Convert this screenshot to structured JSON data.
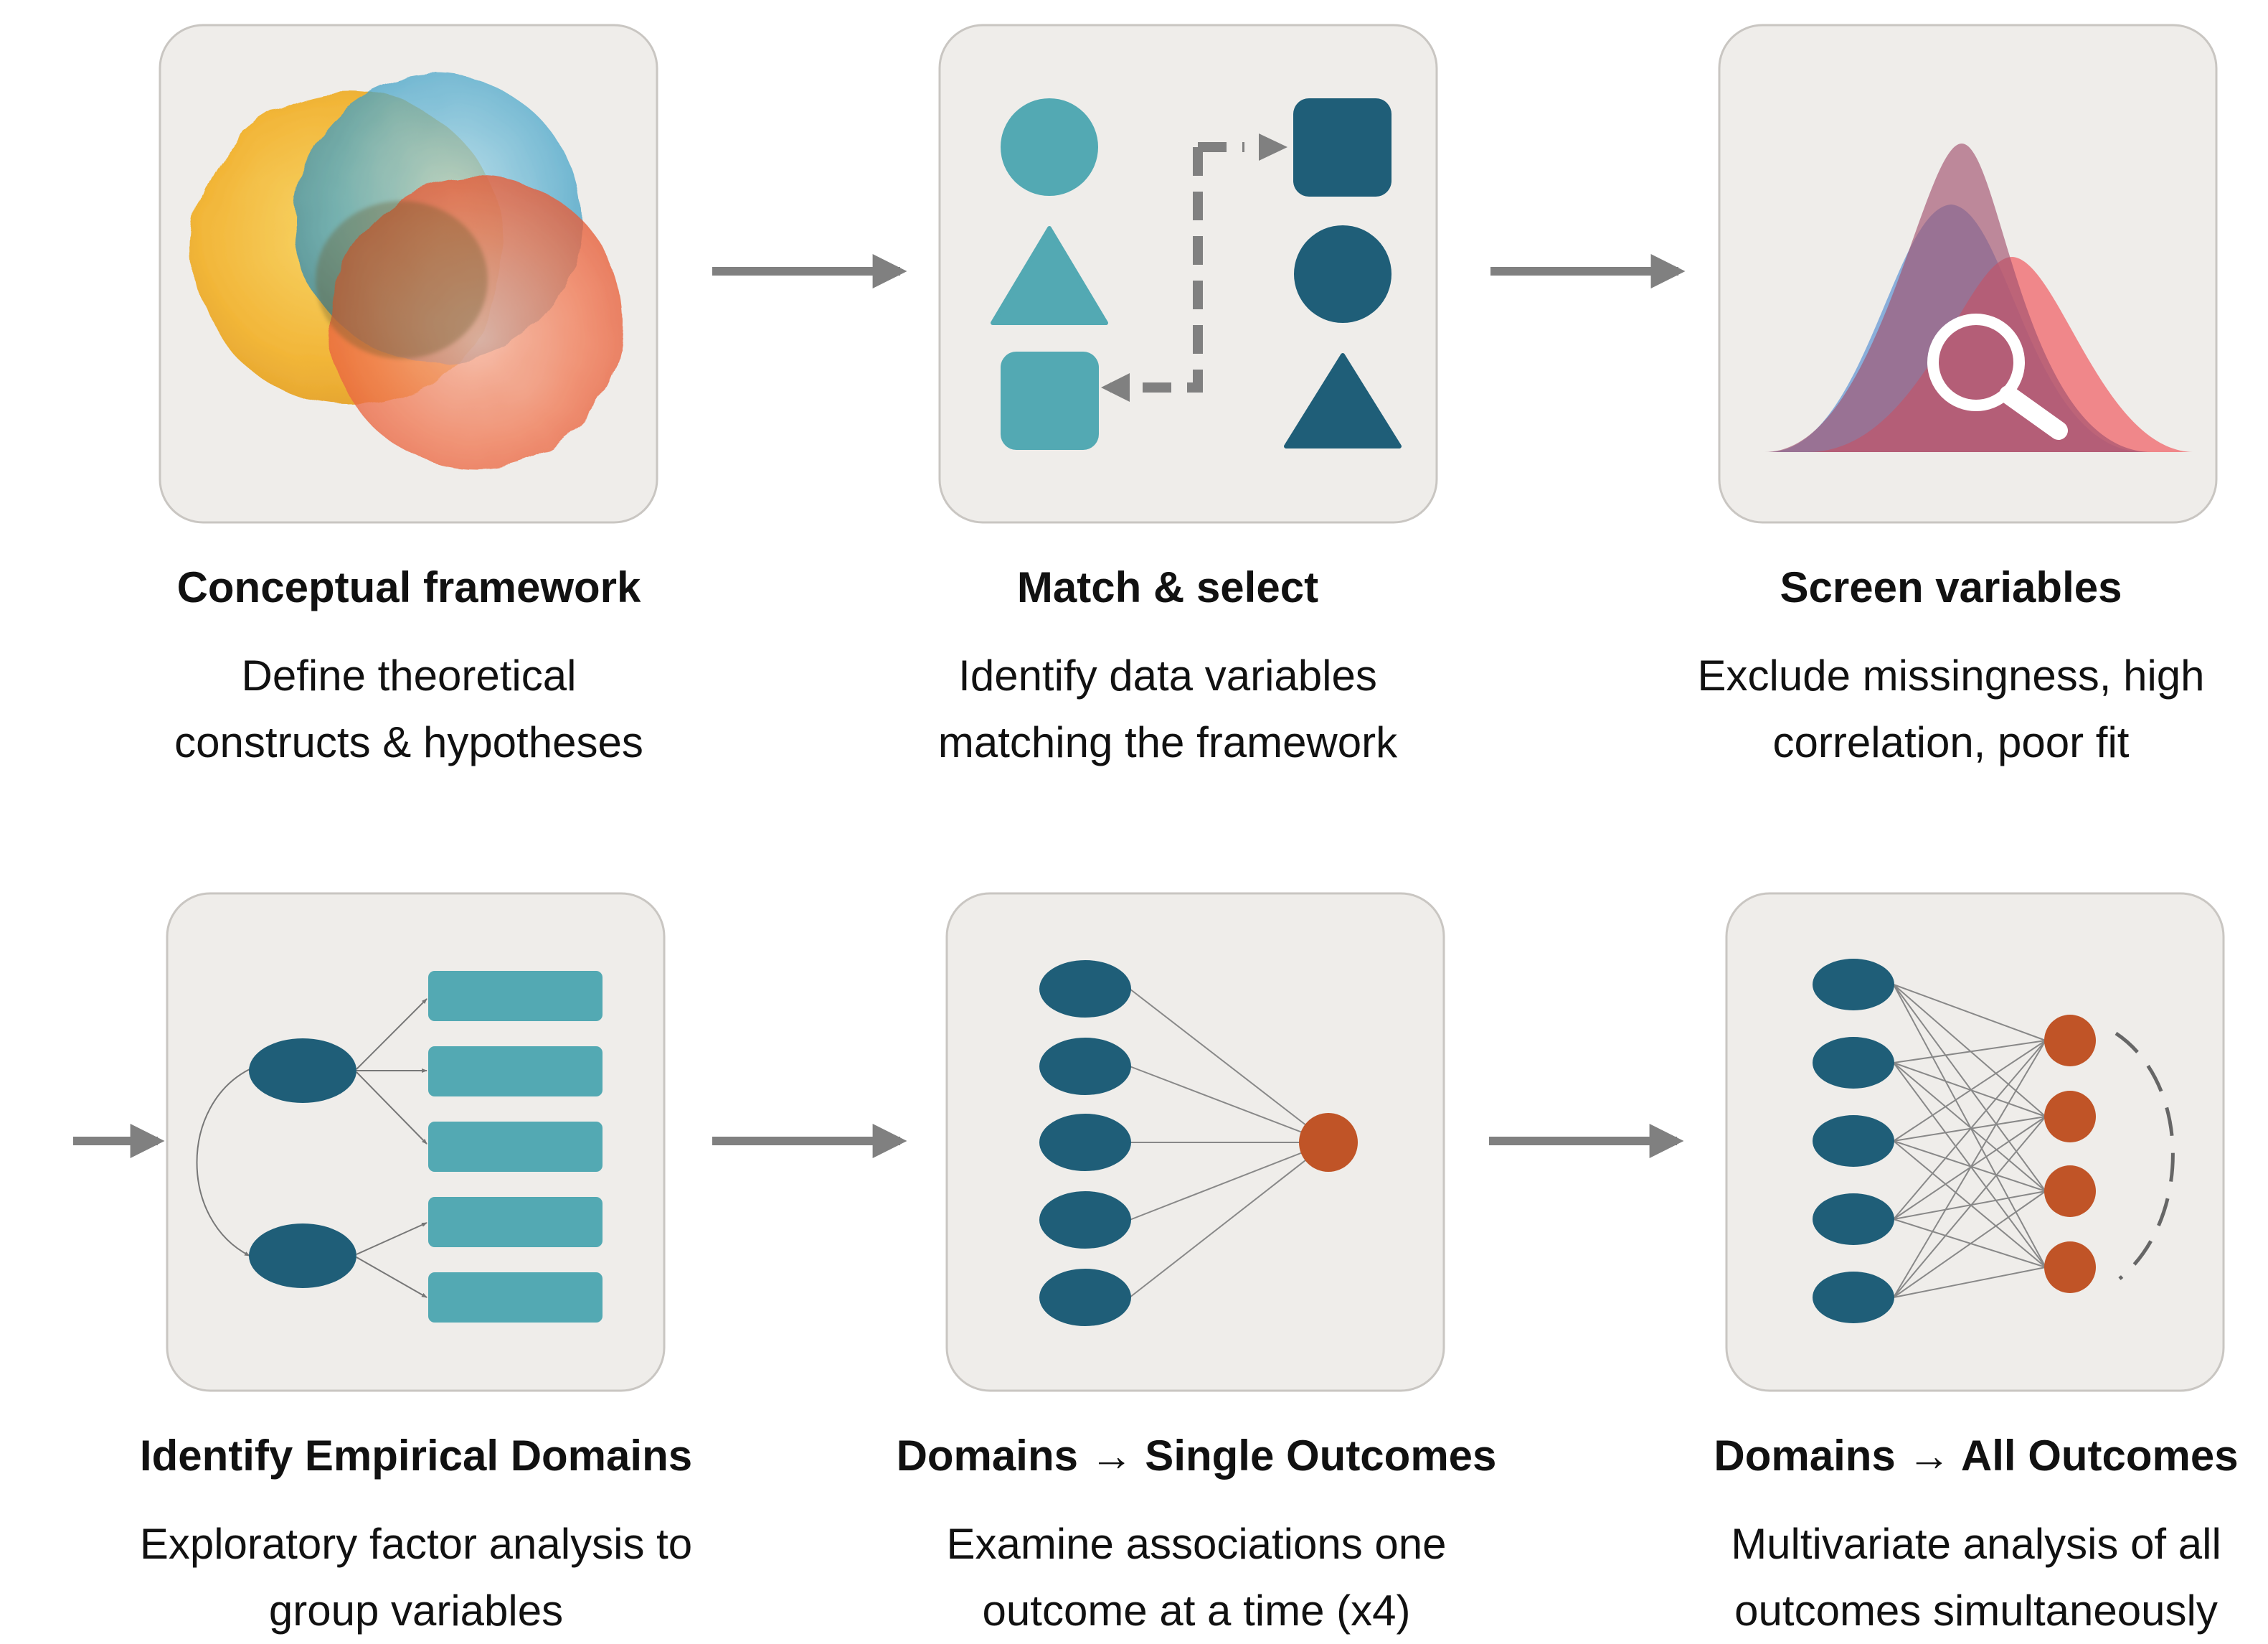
{
  "steps": [
    {
      "title": "Conceptual framework",
      "description": "Define theoretical\nconstructs & hypotheses"
    },
    {
      "title": "Match & select",
      "description": "Identify data variables\nmatching the framework"
    },
    {
      "title": "Screen variables",
      "description": "Exclude missingness, high\ncorrelation, poor fit"
    },
    {
      "title": "Identify Empirical Domains",
      "description": "Exploratory factor analysis to\ngroup variables"
    },
    {
      "title": "Domains → Single Outcomes",
      "description": "Examine associations one\noutcome at a time (x4)"
    },
    {
      "title": "Domains → All Outcomes",
      "description": "Multivariate analysis of all\noutcomes simultaneously"
    }
  ],
  "colors": {
    "panel_fill": "#efedea",
    "panel_stroke": "#c9c6c2",
    "arrow": "#808080",
    "teal_light": "#53a9b3",
    "teal_dark": "#1f5e78",
    "outcome": "#c05427",
    "watercolor_yellow": "#f0b323",
    "watercolor_blue": "#4aa6c9",
    "watercolor_red": "#ee5a35",
    "curve_blue": "#6f9ed6",
    "curve_red": "#f0646a",
    "curve_purple": "#a2526f"
  }
}
